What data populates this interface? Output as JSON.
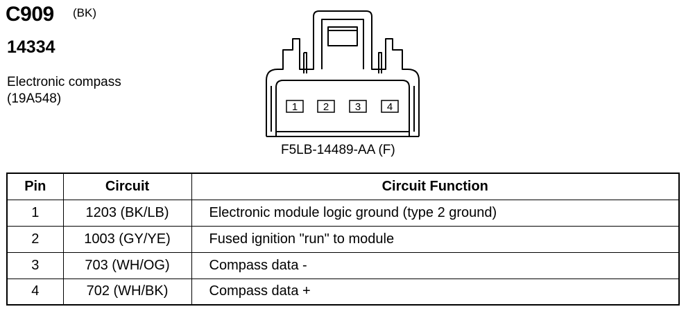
{
  "connector": {
    "id": "C909",
    "color": "(BK)",
    "part_number": "14334",
    "component_name": "Electronic compass",
    "component_code": "(19A548)",
    "connector_code": "F5LB-14489-AA (F)",
    "pins": [
      "1",
      "2",
      "3",
      "4"
    ]
  },
  "table": {
    "headers": {
      "pin": "Pin",
      "circuit": "Circuit",
      "function": "Circuit Function"
    },
    "rows": [
      {
        "pin": "1",
        "circuit": "1203 (BK/LB)",
        "function": "Electronic module logic ground (type 2 ground)"
      },
      {
        "pin": "2",
        "circuit": "1003 (GY/YE)",
        "function": "Fused ignition \"run\" to module"
      },
      {
        "pin": "3",
        "circuit": "703 (WH/OG)",
        "function": "Compass data -"
      },
      {
        "pin": "4",
        "circuit": "702 (WH/BK)",
        "function": "Compass data +"
      }
    ]
  }
}
